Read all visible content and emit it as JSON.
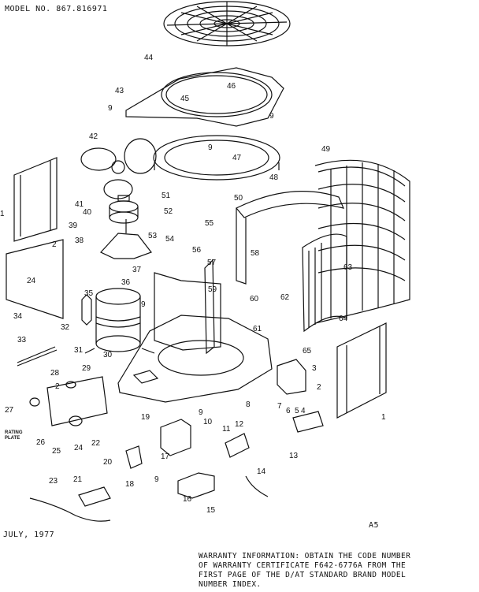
{
  "header": {
    "model": "MODEL NO. 867.816971"
  },
  "footer": {
    "date": "JULY, 1977",
    "code": "A5",
    "warranty": [
      "WARRANTY INFORMATION: OBTAIN THE CODE NUMBER",
      "OF WARRANTY CERTIFICATE F642-6776A FROM THE",
      "FIRST PAGE OF THE D/AT STANDARD BRAND MODEL",
      "NUMBER INDEX."
    ]
  },
  "rating_plate": [
    "RATING",
    "PLATE"
  ],
  "parts": [
    {
      "n": "44"
    },
    {
      "n": "43"
    },
    {
      "n": "45"
    },
    {
      "n": "46"
    },
    {
      "n": "9"
    },
    {
      "n": "9"
    },
    {
      "n": "42"
    },
    {
      "n": "9"
    },
    {
      "n": "47"
    },
    {
      "n": "48"
    },
    {
      "n": "49"
    },
    {
      "n": "50"
    },
    {
      "n": "41"
    },
    {
      "n": "51"
    },
    {
      "n": "40"
    },
    {
      "n": "52"
    },
    {
      "n": "39"
    },
    {
      "n": "38"
    },
    {
      "n": "53"
    },
    {
      "n": "54"
    },
    {
      "n": "55"
    },
    {
      "n": "1"
    },
    {
      "n": "2"
    },
    {
      "n": "24"
    },
    {
      "n": "34"
    },
    {
      "n": "56"
    },
    {
      "n": "57"
    },
    {
      "n": "58"
    },
    {
      "n": "37"
    },
    {
      "n": "36"
    },
    {
      "n": "35"
    },
    {
      "n": "63"
    },
    {
      "n": "59"
    },
    {
      "n": "60"
    },
    {
      "n": "62"
    },
    {
      "n": "9"
    },
    {
      "n": "32"
    },
    {
      "n": "64"
    },
    {
      "n": "61"
    },
    {
      "n": "33"
    },
    {
      "n": "31"
    },
    {
      "n": "65"
    },
    {
      "n": "30"
    },
    {
      "n": "28"
    },
    {
      "n": "3"
    },
    {
      "n": "2"
    },
    {
      "n": "29"
    },
    {
      "n": "2"
    },
    {
      "n": "8"
    },
    {
      "n": "7"
    },
    {
      "n": "6"
    },
    {
      "n": "5"
    },
    {
      "n": "4"
    },
    {
      "n": "1"
    },
    {
      "n": "27"
    },
    {
      "n": "9"
    },
    {
      "n": "10"
    },
    {
      "n": "19"
    },
    {
      "n": "11"
    },
    {
      "n": "12"
    },
    {
      "n": "26"
    },
    {
      "n": "25"
    },
    {
      "n": "24"
    },
    {
      "n": "22"
    },
    {
      "n": "13"
    },
    {
      "n": "20"
    },
    {
      "n": "17"
    },
    {
      "n": "18"
    },
    {
      "n": "14"
    },
    {
      "n": "9"
    },
    {
      "n": "16"
    },
    {
      "n": "23"
    },
    {
      "n": "21"
    },
    {
      "n": "15"
    }
  ]
}
